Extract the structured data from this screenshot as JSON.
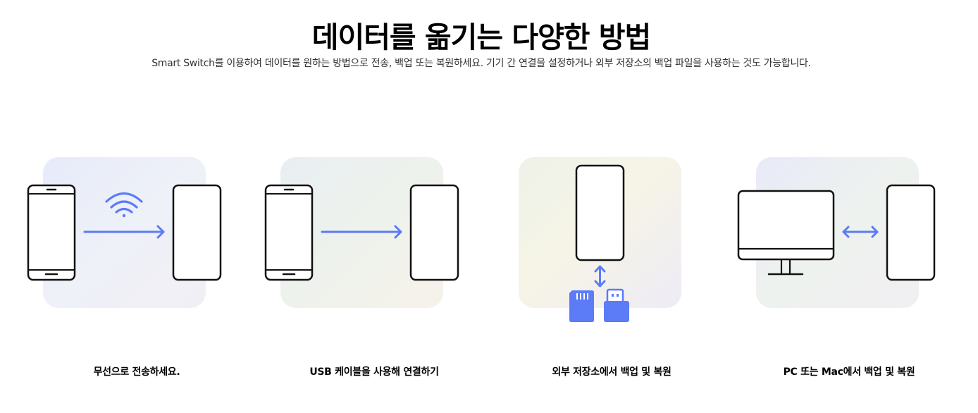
{
  "header": {
    "title": "데이터를 옮기는 다양한 방법",
    "subtitle": "Smart Switch를 이용하여 데이터를 원하는 방법으로 전송, 백업 또는 복원하세요. 기기 간 연결을 설정하거나 외부 저장소의 백업 파일을 사용하는 것도 가능합니다."
  },
  "methods": [
    {
      "label": "무선으로 전송하세요.",
      "icon": "wireless-transfer-icon"
    },
    {
      "label": "USB 케이블을 사용해 연결하기",
      "icon": "usb-cable-transfer-icon"
    },
    {
      "label": "외부 저장소에서 백업 및 복원",
      "icon": "external-storage-icon"
    },
    {
      "label": "PC 또는 Mac에서 백업 및 복원",
      "icon": "pc-mac-backup-icon"
    }
  ],
  "colors": {
    "accent": "#5b7bf7",
    "outline": "#111111",
    "card_tint_blue": "#eaedfa",
    "card_tint_green": "#eef3ec",
    "card_tint_cream": "#f5f2e6"
  }
}
